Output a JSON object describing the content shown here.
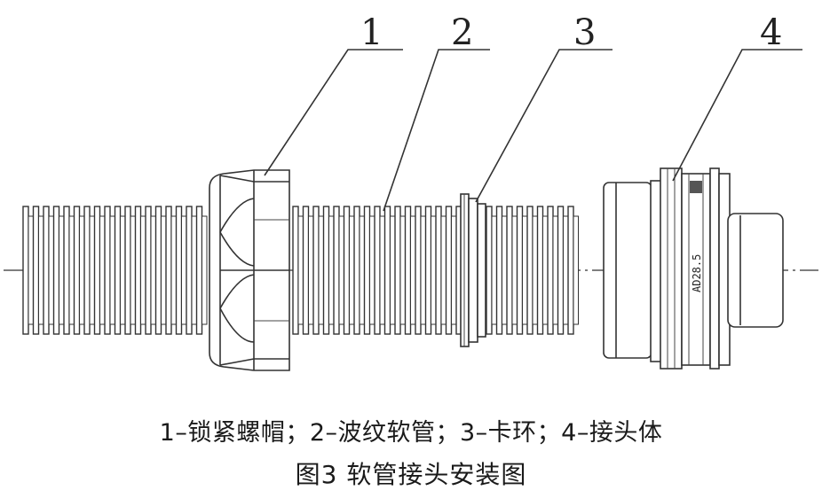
{
  "callouts": [
    {
      "id": "1",
      "label": "1"
    },
    {
      "id": "2",
      "label": "2"
    },
    {
      "id": "3",
      "label": "3"
    },
    {
      "id": "4",
      "label": "4"
    }
  ],
  "body_marking": "AD28.5",
  "legend": "1–锁紧螺帽；2–波纹软管；3–卡环；4–接头体",
  "title": "图3 软管接头安装图"
}
